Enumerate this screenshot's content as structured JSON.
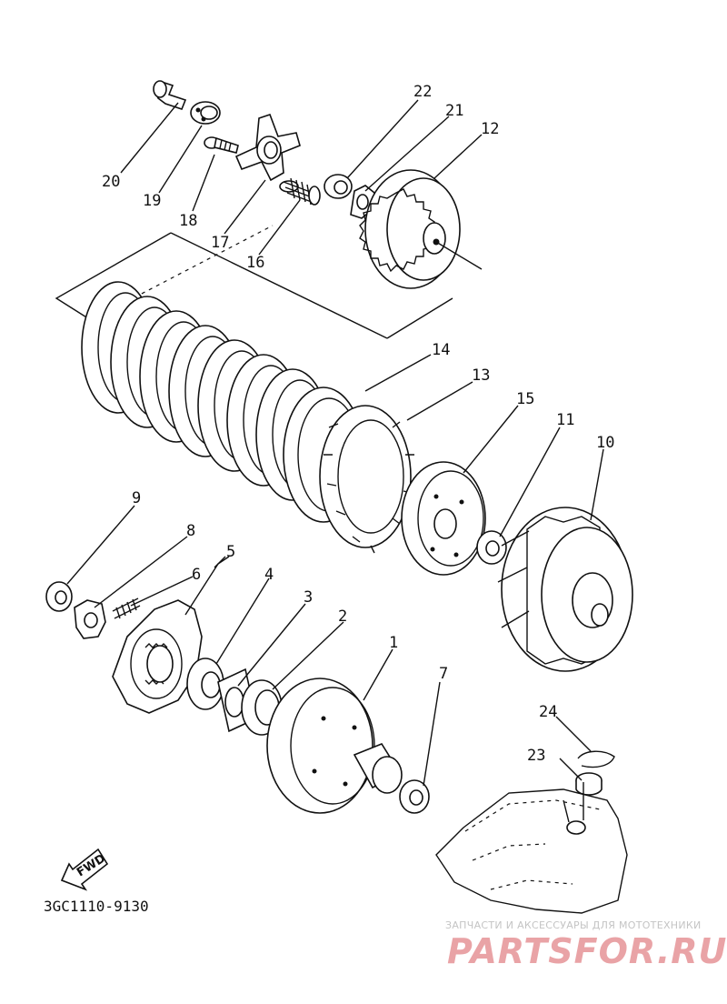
{
  "diagram": {
    "code": "3GC1110-9130",
    "fwd_label": "FWD",
    "watermark": {
      "tagline": "ЗАПЧАСТИ И АКСЕССУАРЫ ДЛЯ МОТОТЕХНИКИ",
      "logo_text": "PARTSFOR.RU",
      "color": "#e9a3a6"
    },
    "callouts": [
      {
        "id": "1",
        "label": "1"
      },
      {
        "id": "2",
        "label": "2"
      },
      {
        "id": "3",
        "label": "3"
      },
      {
        "id": "4",
        "label": "4"
      },
      {
        "id": "5",
        "label": "5"
      },
      {
        "id": "6",
        "label": "6"
      },
      {
        "id": "7",
        "label": "7"
      },
      {
        "id": "8",
        "label": "8"
      },
      {
        "id": "9",
        "label": "9"
      },
      {
        "id": "10",
        "label": "10"
      },
      {
        "id": "11",
        "label": "11"
      },
      {
        "id": "12",
        "label": "12"
      },
      {
        "id": "13",
        "label": "13"
      },
      {
        "id": "14",
        "label": "14"
      },
      {
        "id": "15",
        "label": "15"
      },
      {
        "id": "16",
        "label": "16"
      },
      {
        "id": "17",
        "label": "17"
      },
      {
        "id": "18",
        "label": "18"
      },
      {
        "id": "19",
        "label": "19"
      },
      {
        "id": "20",
        "label": "20"
      },
      {
        "id": "21",
        "label": "21"
      },
      {
        "id": "22",
        "label": "22"
      },
      {
        "id": "23",
        "label": "23"
      },
      {
        "id": "24",
        "label": "24"
      }
    ]
  }
}
